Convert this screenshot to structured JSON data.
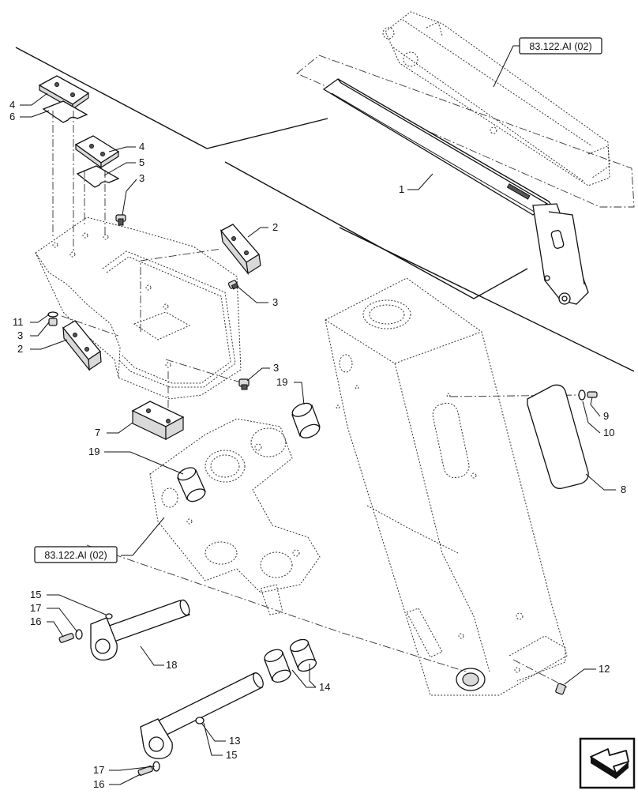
{
  "references": {
    "top_right": "83.122.AI (02)",
    "left": "83.122.AI (02)"
  },
  "callouts": {
    "c1": "1",
    "c2a": "2",
    "c2b": "2",
    "c3a": "3",
    "c3b": "3",
    "c3c": "3",
    "c3d": "3",
    "c4a": "4",
    "c4b": "4",
    "c5": "5",
    "c6": "6",
    "c7": "7",
    "c8": "8",
    "c9": "9",
    "c10": "10",
    "c11": "11",
    "c12": "12",
    "c13": "13",
    "c14": "14",
    "c15a": "15",
    "c15b": "15",
    "c16a": "16",
    "c16b": "16",
    "c17a": "17",
    "c17b": "17",
    "c18": "18",
    "c19a": "19",
    "c19b": "19"
  },
  "icons": {
    "nav": "arrow-icon"
  }
}
